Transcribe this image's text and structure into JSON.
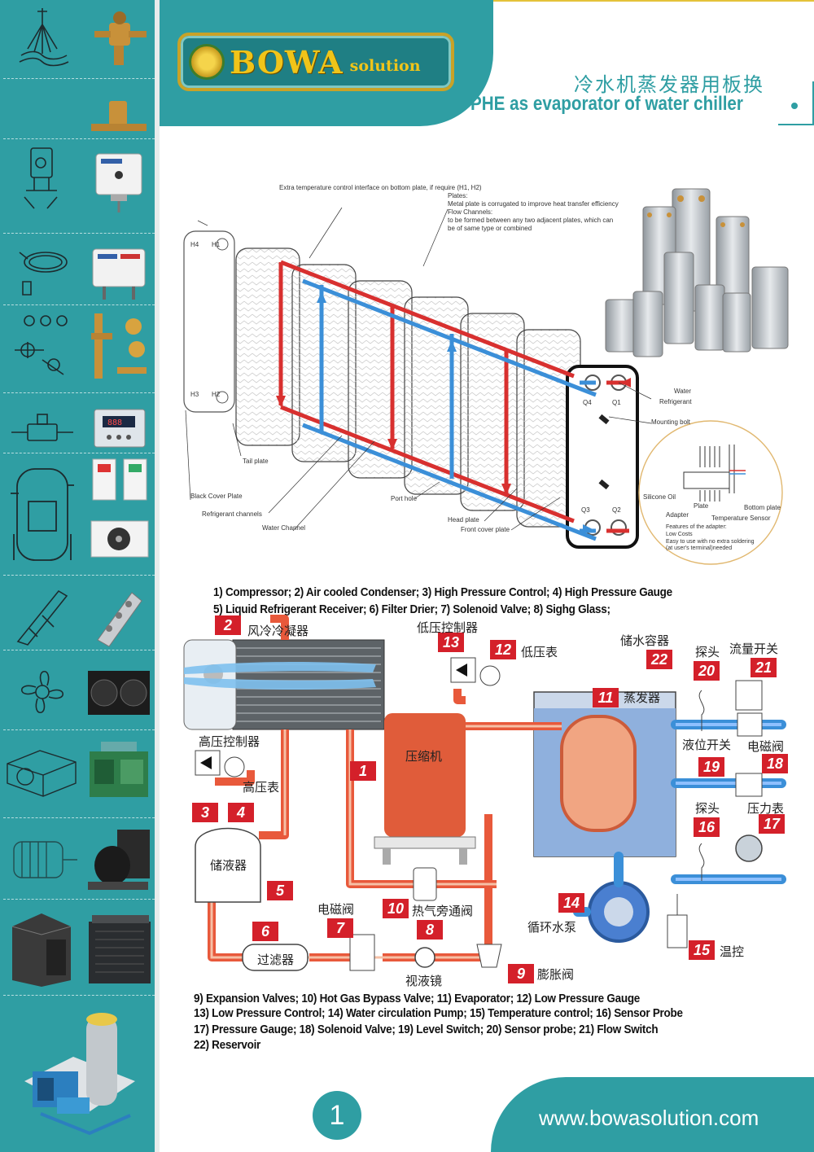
{
  "brand": {
    "name": "BOWA",
    "sub": "solution"
  },
  "header": {
    "title_cn": "冷水机蒸发器用板换",
    "title_en": "PHE as evaporator of water chiller"
  },
  "diagram": {
    "extra_interface": "Extra temperature control interface\non bottom plate, if require (H1, H2)",
    "plates_note": "Plates:\nMetal plate is corrugated to improve heat transfer efficiency\nFlow Channels:\nto be formed between any two adjacent plates, which can\nbe of same type or combined",
    "port_labels": [
      "H4",
      "H1",
      "H3",
      "H2",
      "Q4",
      "Q1",
      "Q3",
      "Q2"
    ],
    "tail_plate": "Tail plate",
    "black_cover_plate": "Black Cover Plate",
    "refrigerant_channels": "Refrigerant channels",
    "water_channel": "Water Channel",
    "port_hole": "Port hole",
    "head_plate": "Head plate",
    "front_cover_plate": "Front cover plate",
    "water": "Water",
    "refrigerant": "Refrigerant",
    "mounting_bolt": "Mounting bolt",
    "silicone_oil": "Silicone Oil",
    "plate": "Plate",
    "bottom_plate": "Bottom plate",
    "adapter": "Adapter",
    "temperature_sensor": "Temperature Sensor",
    "adapter_features": "Features of the adapter:\nLow Costs\nEasy to use with no extra soldering\n(at user's terminal)needed"
  },
  "legend_top": [
    "1) Compressor;     2) Air cooled Condenser;     3) High Pressure Control;     4) High Pressure Gauge",
    "5) Liquid Refrigerant Receiver;     6) Filter Drier;     7) Solenoid Valve;     8) Sighg Glass;"
  ],
  "legend_bottom": [
    "9) Expansion Valves;     10) Hot Gas Bypass Valve;     11) Evaporator;     12) Low Pressure Gauge",
    "13) Low Pressure Control;     14) Water circulation Pump;     15) Temperature control;     16) Sensor Probe",
    "17) Pressure Gauge;     18) Solenoid Valve;     19) Level Switch;     20) Sensor probe;     21) Flow Switch",
    "22) Reservoir"
  ],
  "chiller": {
    "numbers": [
      "1",
      "2",
      "3",
      "4",
      "5",
      "6",
      "7",
      "8",
      "9",
      "10",
      "11",
      "12",
      "13",
      "14",
      "15",
      "16",
      "17",
      "18",
      "19",
      "20",
      "21",
      "22"
    ],
    "cn": {
      "condenser": "风冷冷凝器",
      "low_press_ctrl": "低压控制器",
      "low_gauge": "低压表",
      "reservoir": "储水容器",
      "probe": "探头",
      "flow_switch": "流量开关",
      "evaporator": "蒸发器",
      "high_press_ctrl": "高压控制器",
      "compressor": "压缩机",
      "level_switch": "液位开关",
      "solenoid": "电磁阀",
      "high_gauge": "高压表",
      "probe2": "探头",
      "pressure_gauge": "压力表",
      "receiver": "储液器",
      "solenoid2": "电磁阀",
      "hot_gas": "热气旁通阀",
      "pump": "循环水泵",
      "filter": "过滤器",
      "sight_glass": "视液镜",
      "expansion": "膨胀阀",
      "temp_ctrl": "温控"
    }
  },
  "footer": {
    "url": "www.bowasolution.com",
    "page": "1"
  },
  "colors": {
    "teal": "#2f9ea3",
    "gold": "#f0c419",
    "red": "#d4202a",
    "pipe": "#e84a3a",
    "water": "#3b8fd8"
  }
}
